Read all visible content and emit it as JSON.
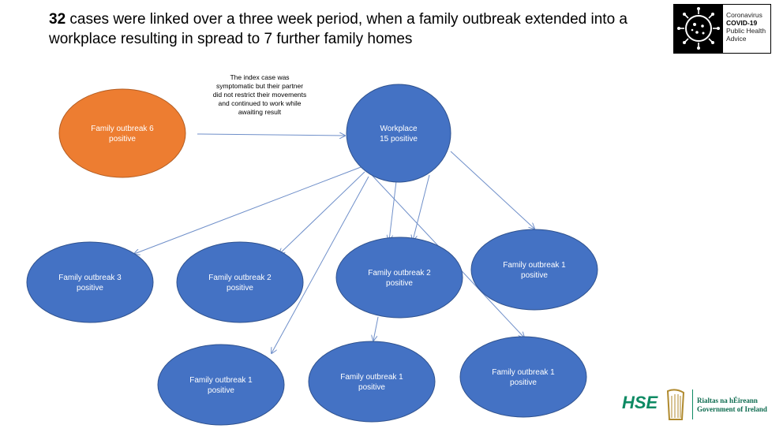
{
  "title": {
    "bold": "32",
    "rest": " cases were linked over a three week period, when a family outbreak extended into a workplace resulting in spread to 7 further family homes"
  },
  "branding": {
    "covid_logo": {
      "line1": "Coronavirus",
      "line2": "COVID-19",
      "line3": "Public Health",
      "line4": "Advice"
    },
    "hse": "HSE",
    "gov_line1": "Rialtas na hÉireann",
    "gov_line2": "Government of Ireland"
  },
  "colors": {
    "blue_node": "#4472c4",
    "orange_node": "#ed7d31",
    "edge": "#6f8fc9"
  },
  "note": "The index case was symptomatic but their partner did not restrict their movements and continued to work while awaiting result",
  "nodes": [
    {
      "id": "source",
      "label1": "Family outbreak 6",
      "label2": "positive",
      "color": "orange"
    },
    {
      "id": "workplace",
      "label1": "Workplace",
      "label2": "15 positive",
      "color": "blue"
    },
    {
      "id": "f3",
      "label1": "Family outbreak 3",
      "label2": "positive",
      "color": "blue"
    },
    {
      "id": "f2a",
      "label1": "Family outbreak 2",
      "label2": "positive",
      "color": "blue"
    },
    {
      "id": "f2b",
      "label1": "Family outbreak 2",
      "label2": "positive",
      "color": "blue"
    },
    {
      "id": "f1a",
      "label1": "Family outbreak 1",
      "label2": "positive",
      "color": "blue"
    },
    {
      "id": "f1b",
      "label1": "Family outbreak 1",
      "label2": "positive",
      "color": "blue"
    },
    {
      "id": "f1c",
      "label1": "Family outbreak 1",
      "label2": "positive",
      "color": "blue"
    },
    {
      "id": "f1d",
      "label1": "Family outbreak 1",
      "label2": "positive",
      "color": "blue"
    }
  ]
}
